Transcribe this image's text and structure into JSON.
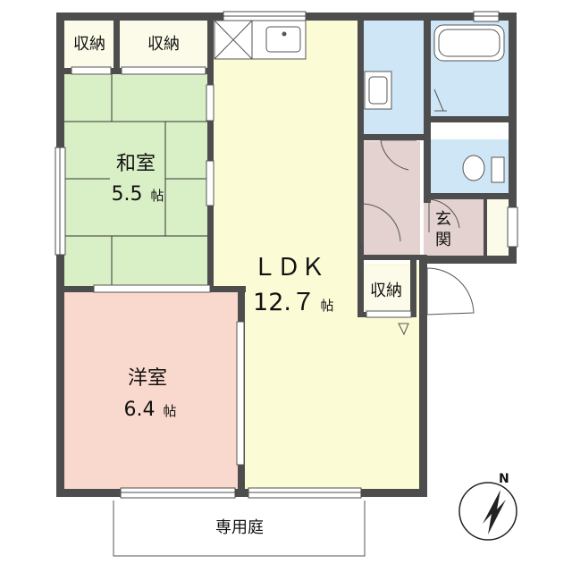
{
  "rooms": {
    "storage_1": "収納",
    "storage_2": "収納",
    "washitsu_name": "和室",
    "washitsu_area": "5.5",
    "youshitsu_name": "洋室",
    "youshitsu_area": "6.4",
    "ldk_name": "ＬＤＫ",
    "ldk_area": "12.７",
    "storage_3": "収納",
    "genkan": "玄関",
    "garden": "専用庭",
    "tatami_unit": "帖"
  },
  "compass": {
    "north_label": "N"
  },
  "colors": {
    "wall": "#4d4d4d",
    "ldk": "#fbfbd6",
    "washitsu": "#d9f0c7",
    "youshitsu": "#f9d9cd",
    "wet_area": "#cfe6f7",
    "genkan": "#e3d2cf",
    "storage": "#fcfbea"
  }
}
